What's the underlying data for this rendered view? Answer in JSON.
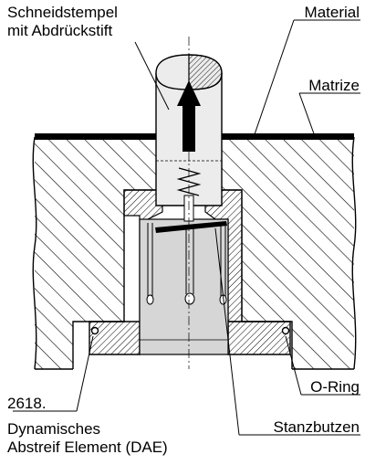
{
  "labels": {
    "punch_line1": "Schneidstempel",
    "punch_line2": "mit Abdrückstift",
    "material": "Material",
    "die": "Matrize",
    "o_ring": "O-Ring",
    "slug": "Stanzbutzen",
    "element_code": "2618.",
    "element_line1": "Dynamisches",
    "element_line2": "Abstreif Element (DAE)"
  },
  "colors": {
    "hatch": "#000000",
    "insert_fill": "#d6d6d6",
    "punch_fill": "#ececec",
    "line": "#000000",
    "background": "#ffffff"
  },
  "icons": {
    "motion": "arrow-up-icon",
    "spring": "spring-icon",
    "seal": "o-ring-icon"
  }
}
